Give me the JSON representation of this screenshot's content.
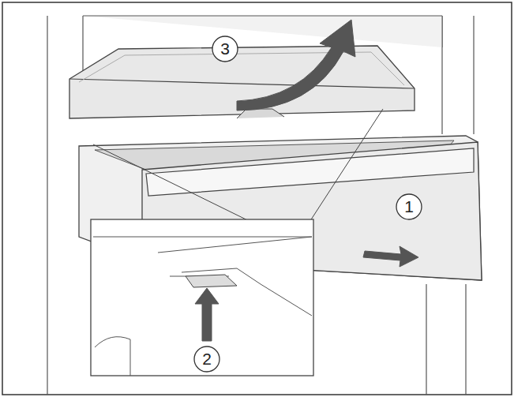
{
  "diagram": {
    "labels": [
      "3",
      "1",
      "2"
    ]
  }
}
